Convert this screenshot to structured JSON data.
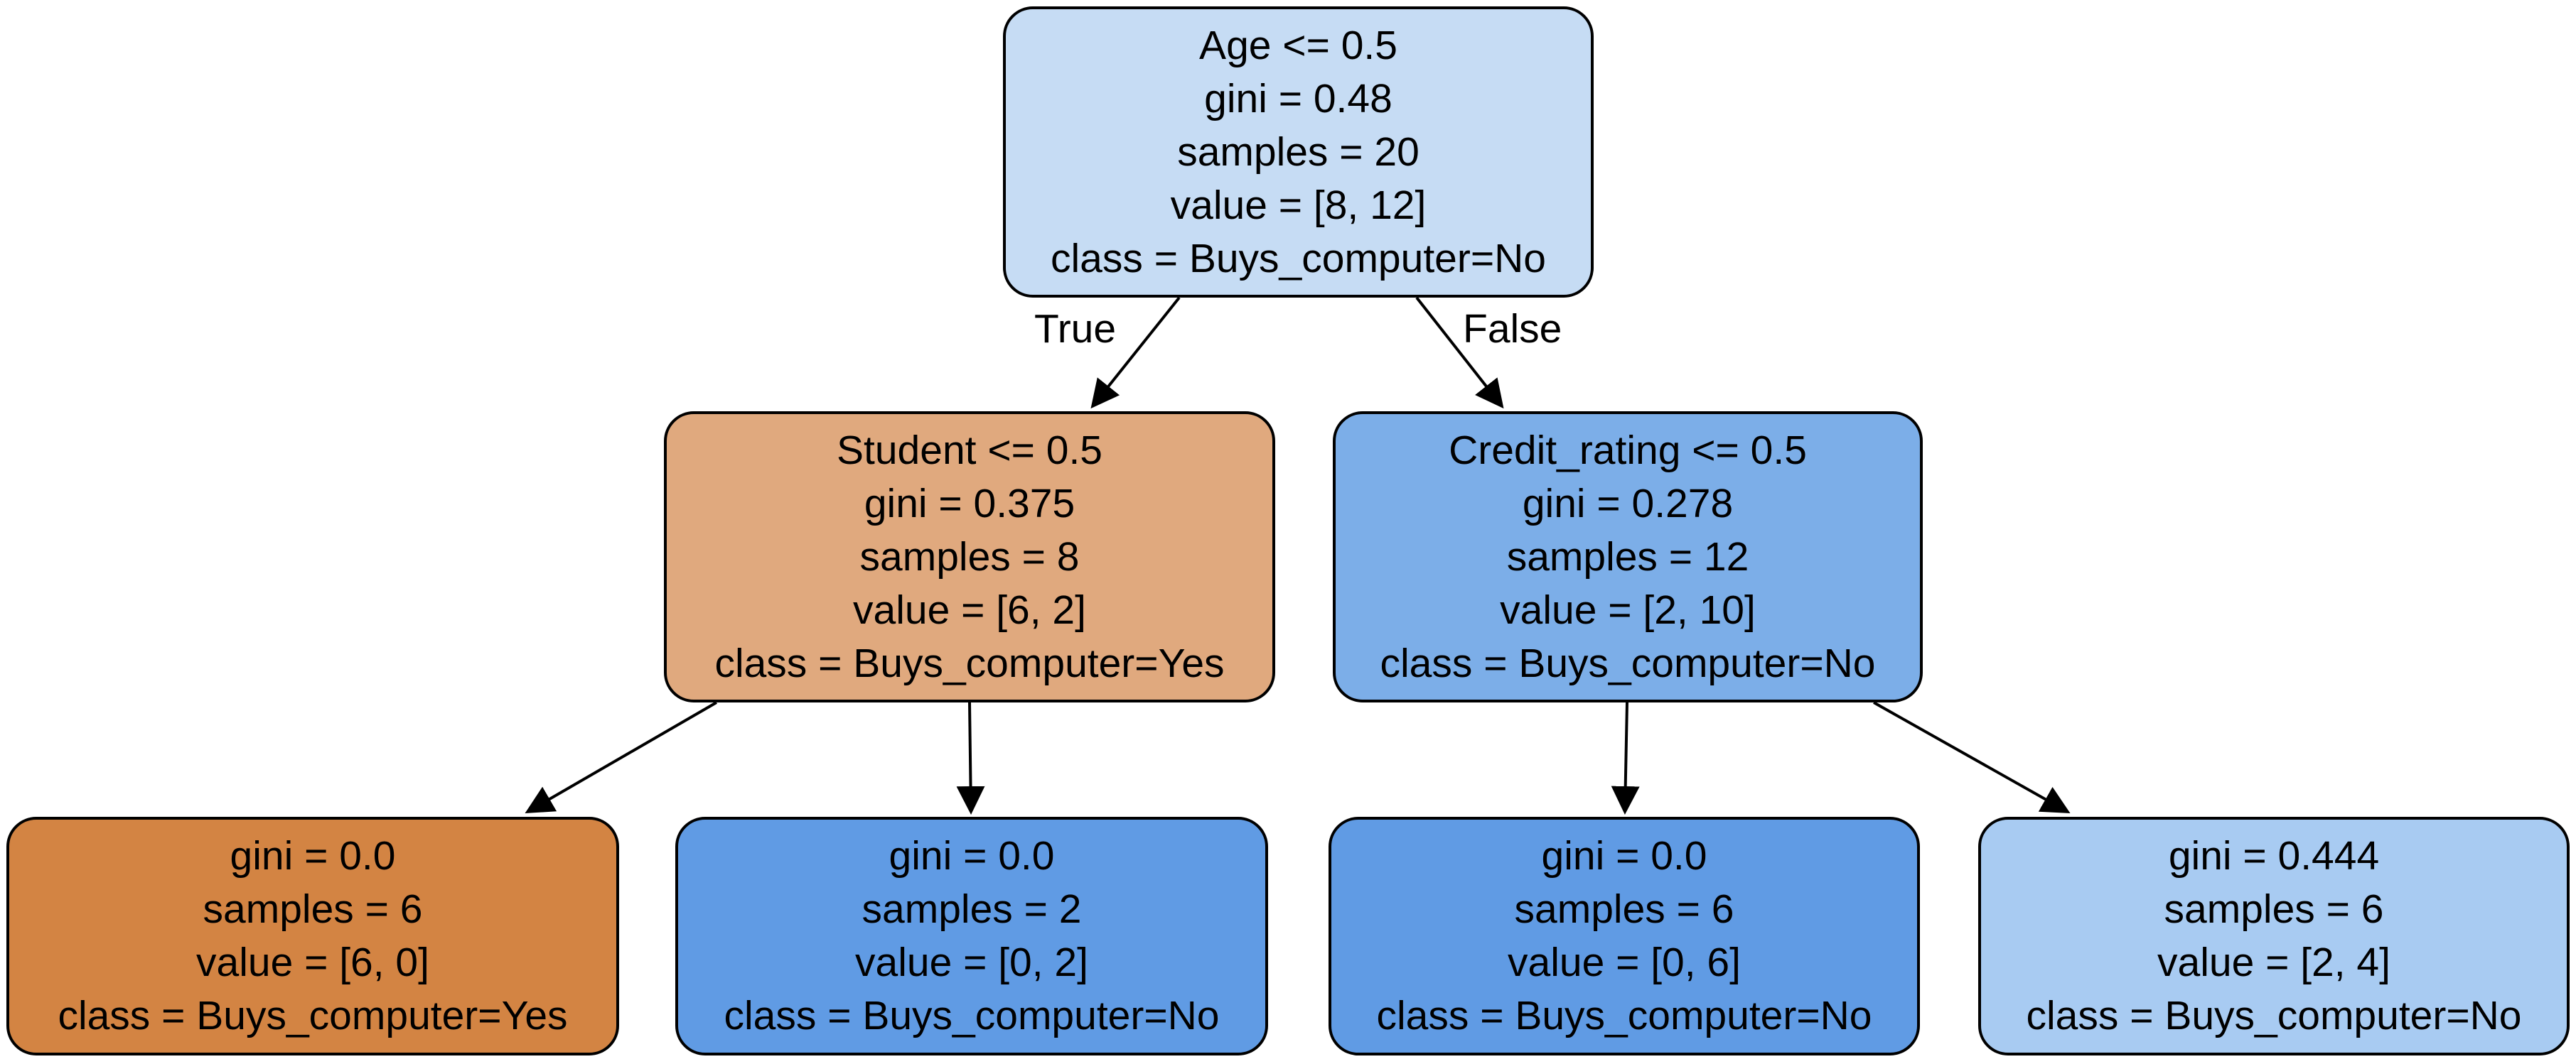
{
  "tree": {
    "root": {
      "lines": [
        "Age <= 0.5",
        "gini = 0.48",
        "samples = 20",
        "value = [8, 12]",
        "class = Buys_computer=No"
      ],
      "fill": "#c6dcf4"
    },
    "left": {
      "lines": [
        "Student <= 0.5",
        "gini = 0.375",
        "samples = 8",
        "value = [6, 2]",
        "class = Buys_computer=Yes"
      ],
      "fill": "#e0a97e"
    },
    "right": {
      "lines": [
        "Credit_rating <= 0.5",
        "gini = 0.278",
        "samples = 12",
        "value = [2, 10]",
        "class = Buys_computer=No"
      ],
      "fill": "#7caee8"
    },
    "left_left": {
      "lines": [
        "gini = 0.0",
        "samples = 6",
        "value = [6, 0]",
        "class = Buys_computer=Yes"
      ],
      "fill": "#d38443"
    },
    "left_right": {
      "lines": [
        "gini = 0.0",
        "samples = 2",
        "value = [0, 2]",
        "class = Buys_computer=No"
      ],
      "fill": "#609be4"
    },
    "right_left": {
      "lines": [
        "gini = 0.0",
        "samples = 6",
        "value = [0, 6]",
        "class = Buys_computer=No"
      ],
      "fill": "#609be4"
    },
    "right_right": {
      "lines": [
        "gini = 0.444",
        "samples = 6",
        "value = [2, 4]",
        "class = Buys_computer=No"
      ],
      "fill": "#a8cbf2"
    }
  },
  "edge_labels": {
    "true_label": "True",
    "false_label": "False"
  },
  "colors": {
    "edge": "#000000",
    "border": "#000000",
    "background": "#ffffff"
  }
}
